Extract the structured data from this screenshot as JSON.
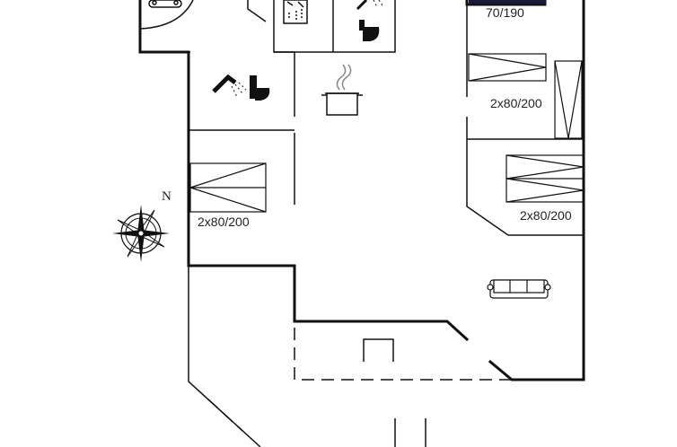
{
  "labels": {
    "bed_top": "70/190",
    "bed_right_upper": "2x80/200",
    "bed_right_lower": "2x80/200",
    "bed_left": "2x80/200"
  },
  "compass": {
    "north": "N"
  },
  "icons": [
    "hot-tub-icon",
    "shower-icon",
    "toilet-icon",
    "pot-icon",
    "sofa-icon",
    "compass-rose-icon"
  ]
}
